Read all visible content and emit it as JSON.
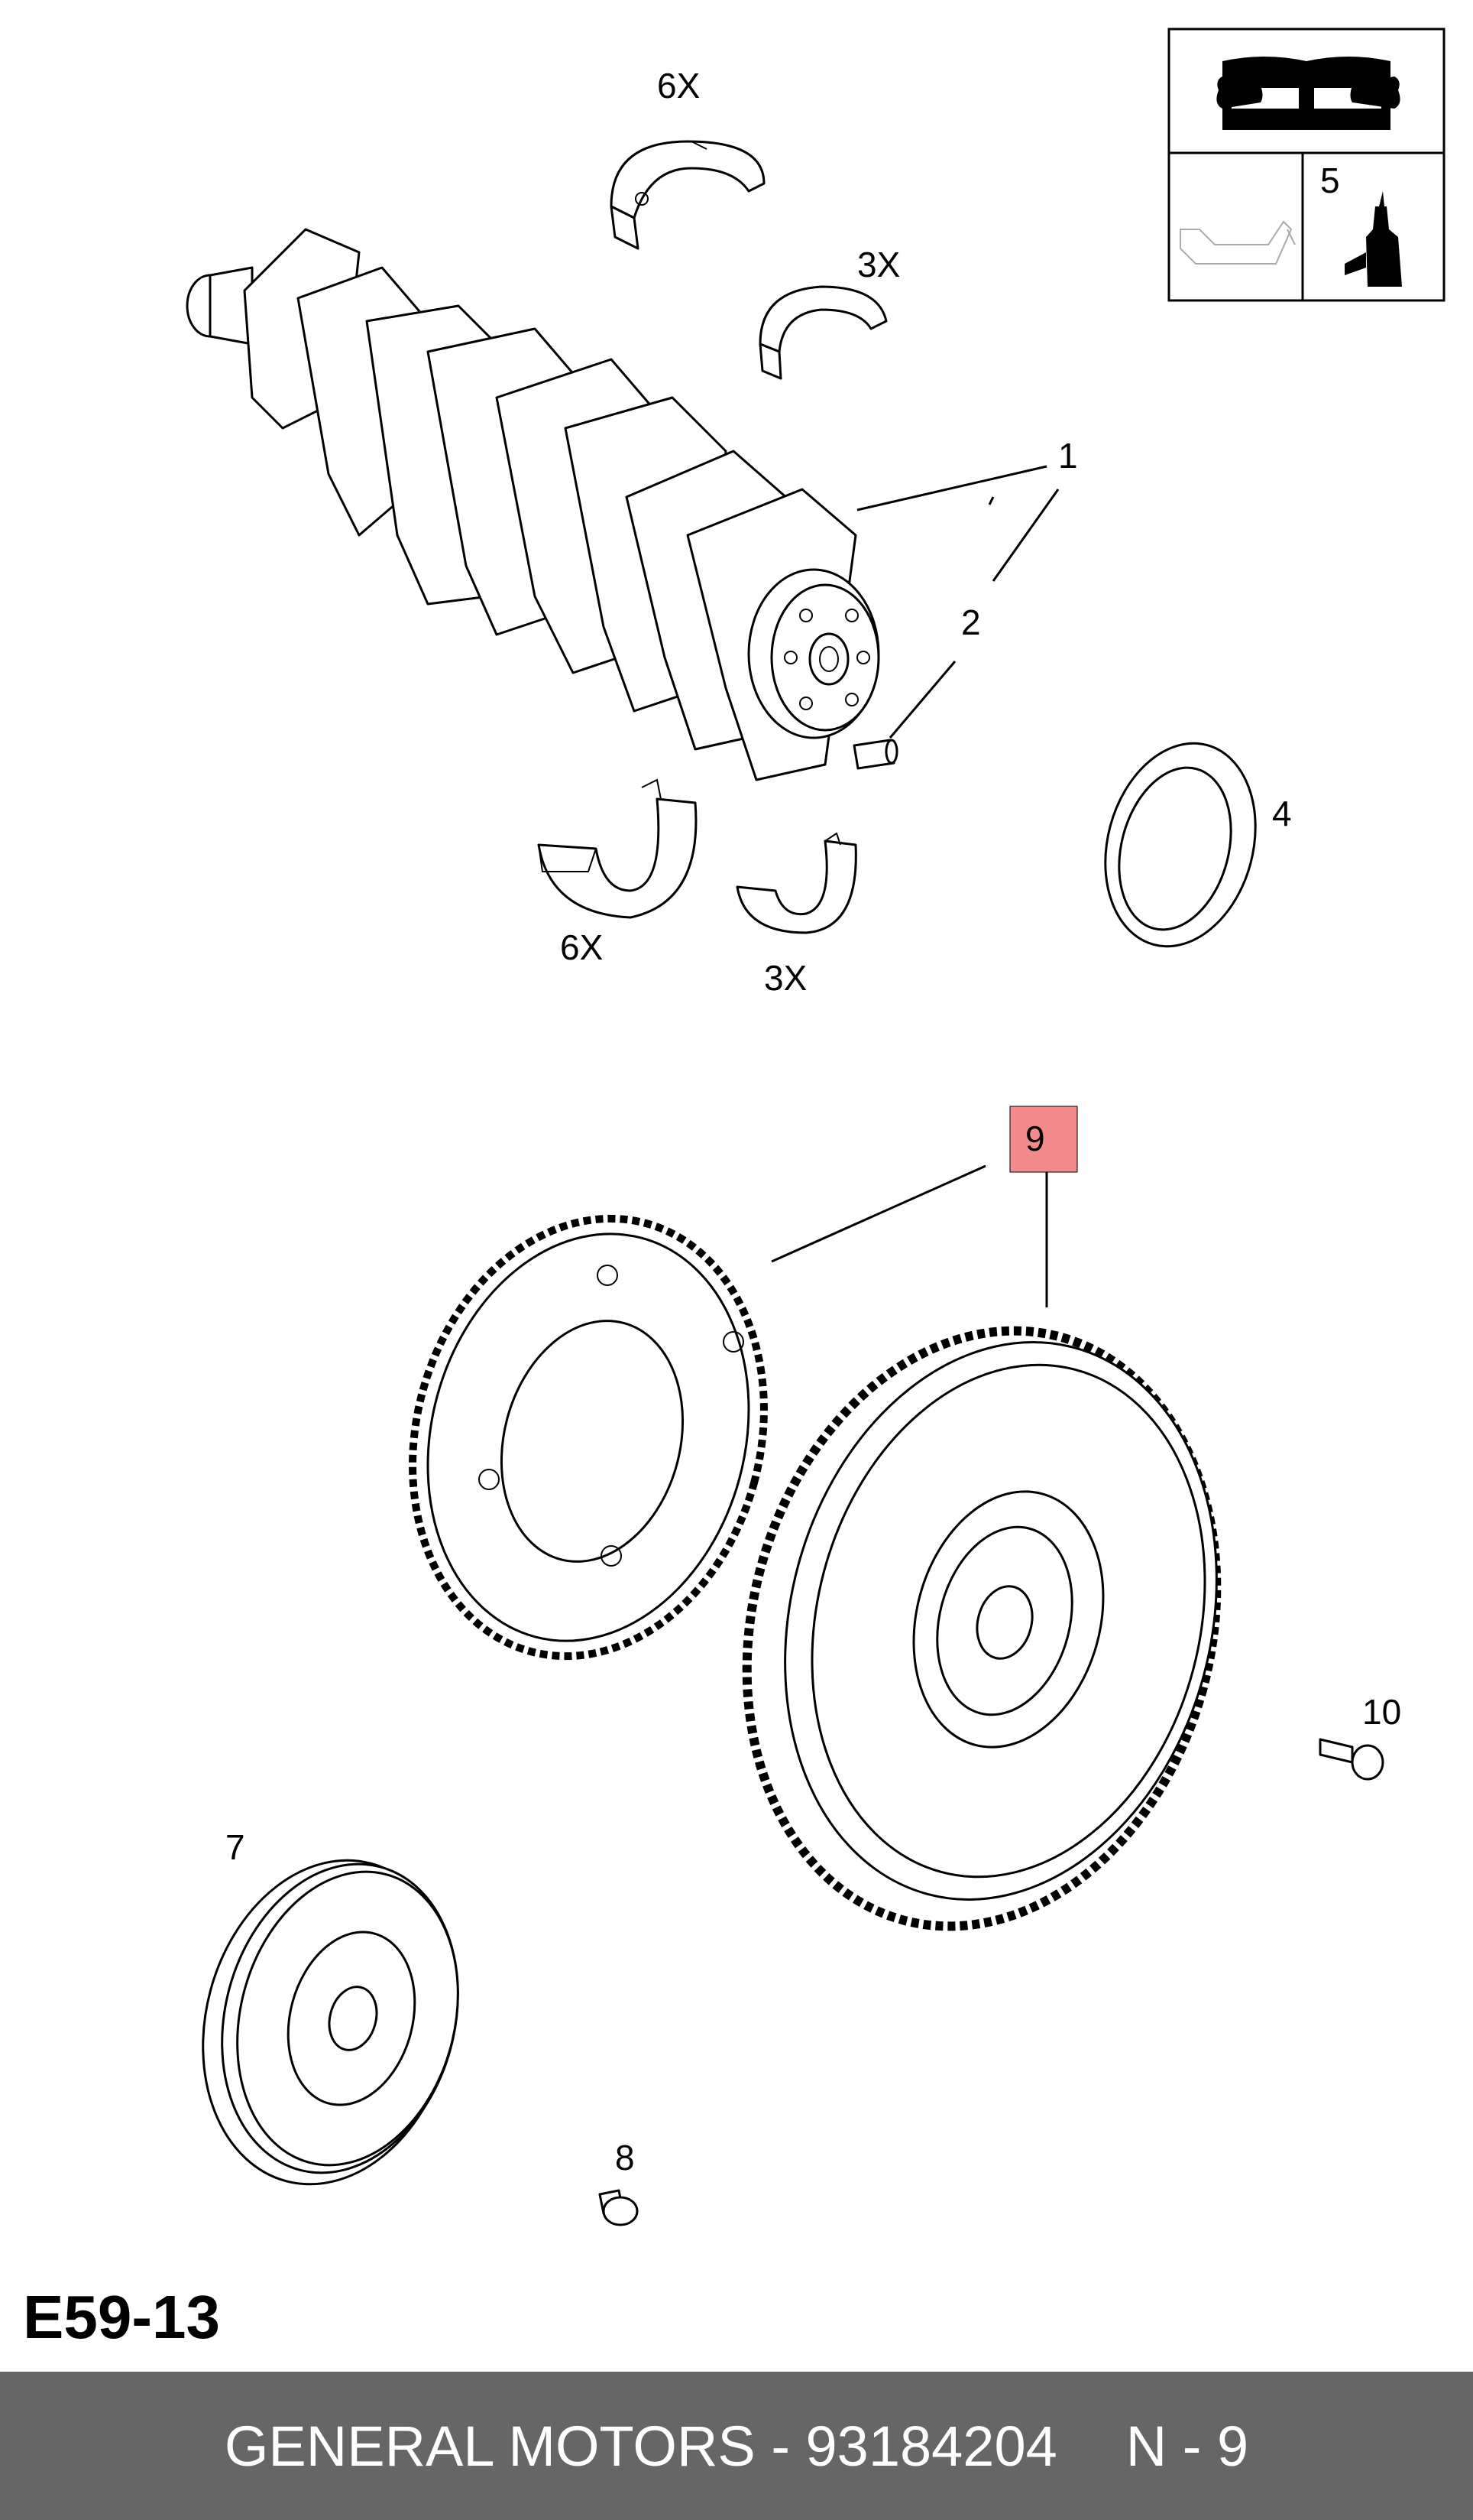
{
  "diagram_code": "E59-13",
  "footer": {
    "brand_part": "GENERAL MOTORS - 93184204",
    "position": "N - 9"
  },
  "legend_box": {
    "item_number": "5",
    "icons": [
      "service-manual-icon",
      "oil-can-icon",
      "sealant-tube-icon"
    ]
  },
  "callouts": {
    "p1": "1",
    "p2": "2",
    "p4": "4",
    "p7": "7",
    "p8": "8",
    "p9": "9",
    "p10": "10"
  },
  "quantities": {
    "upper_main": "6X",
    "upper_rod": "3X",
    "lower_main": "6X",
    "lower_rod": "3X"
  },
  "highlight_color": "#f28b8b"
}
